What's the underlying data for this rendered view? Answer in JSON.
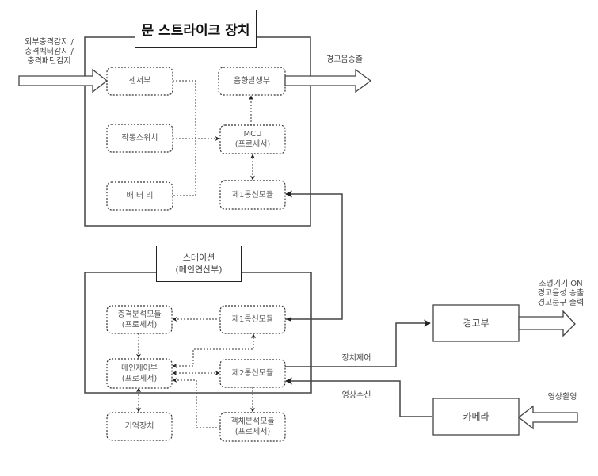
{
  "diagram": {
    "door_strike": {
      "title": "문 스트라이크 장치",
      "input_label": "외부충격감지 /\n충격벡터감지 /\n충격패턴감지",
      "output_label": "경고음송출",
      "nodes": {
        "sensor": "센서부",
        "switch": "작동스위치",
        "battery": "배 터 리",
        "sound": "음향발생부",
        "mcu": "MCU\n(프로세서)",
        "comm1": "제1통신모듈"
      }
    },
    "station": {
      "title": "스테이션\n(메인연산부)",
      "nodes": {
        "impact_analysis": "충격분석모듈\n(프로세서)",
        "main_control": "메인제어부\n(프로세서)",
        "storage": "기억장치",
        "comm1": "제1통신모듈",
        "comm2": "제2통신모듈",
        "object_analysis": "객체분석모듈\n(프로세서)"
      }
    },
    "warning": {
      "label": "경고부",
      "output_label": "조명기기 ON\n경고음성 송출\n경고문구 출력"
    },
    "camera": {
      "label": "카메라",
      "input_label": "영상촬영"
    },
    "edge_labels": {
      "device_control": "장치제어",
      "video_receive": "영상수신"
    }
  }
}
